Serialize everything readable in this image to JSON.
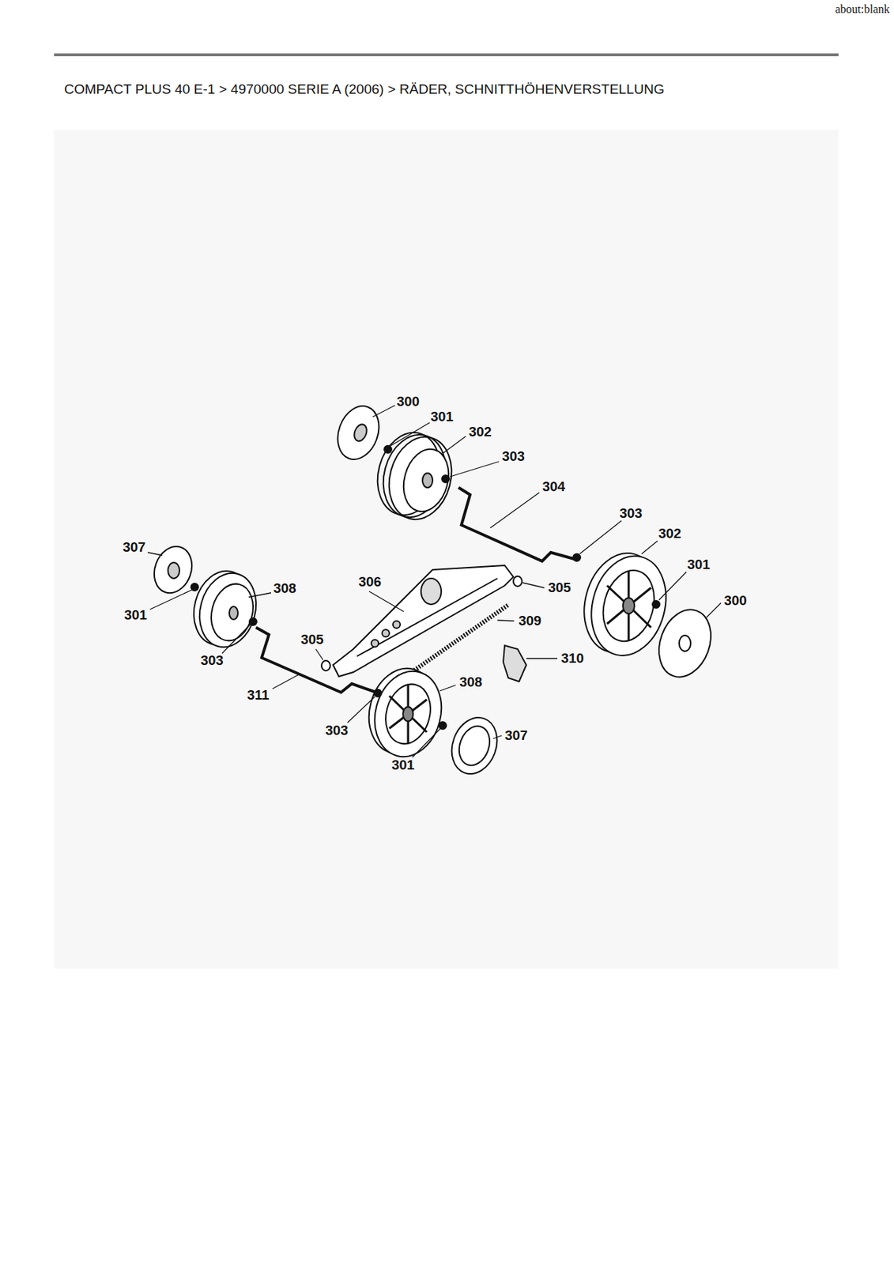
{
  "diagram": {
    "title": "COMPACT PLUS 40 E-1  >  4970000 SERIE A (2006)  >  RÄDER, SCHNITTHÖHENVERSTELLUNG",
    "labels": [
      "about:blank",
      "300",
      "301",
      "302",
      "303",
      "304",
      "303",
      "302",
      "307",
      "301",
      "300",
      "306",
      "308",
      "305",
      "301",
      "309",
      "305",
      "310",
      "303",
      "308",
      "311",
      "303",
      "307",
      "301"
    ]
  }
}
